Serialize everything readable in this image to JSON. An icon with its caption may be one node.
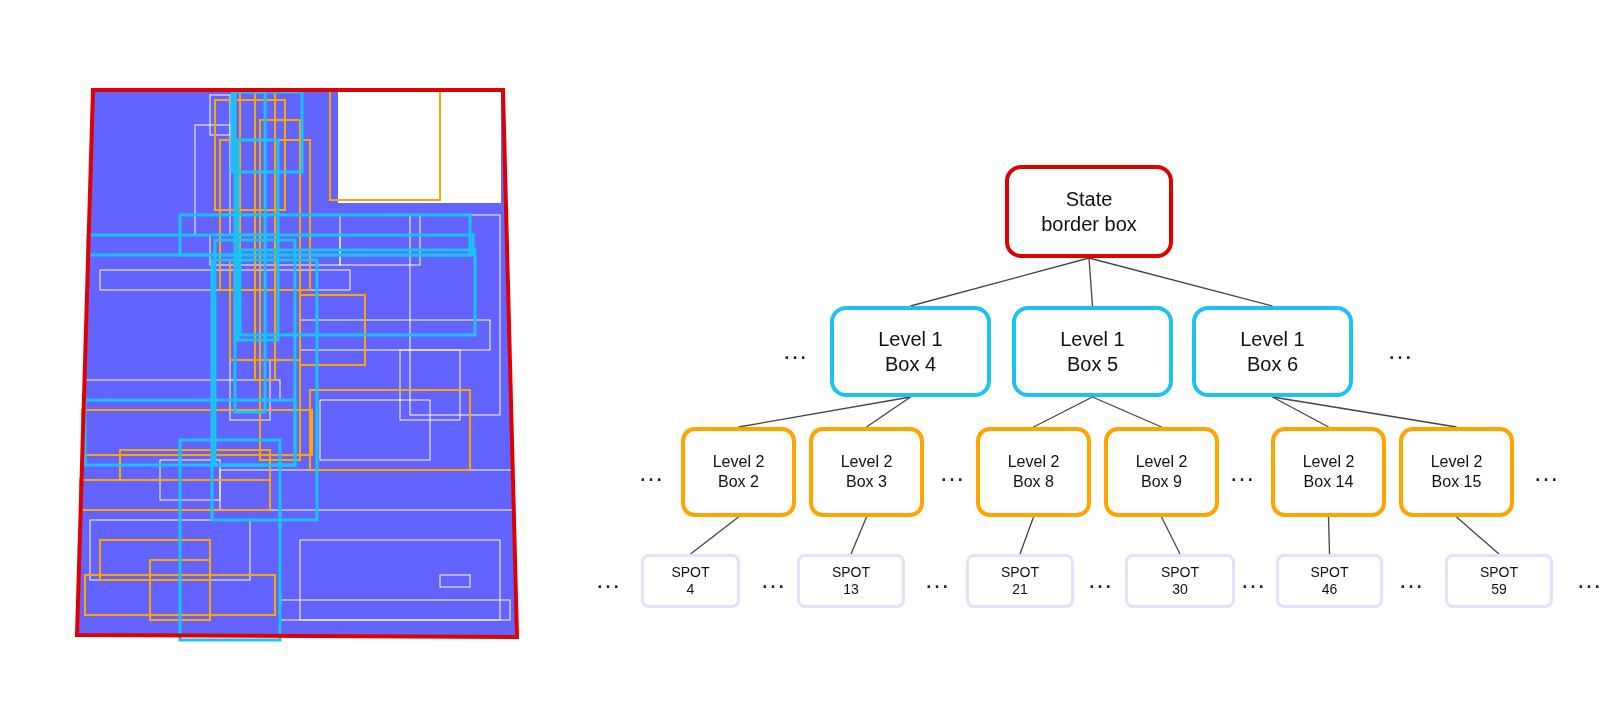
{
  "diagram": {
    "nodes": [
      {
        "text": [
          "State border box"
        ]
      },
      {
        "text": [
          "Level 1 Box 4"
        ]
      },
      {
        "text": [
          "Level 1 Box 5"
        ]
      },
      {
        "text": [
          "Level 1 Box 6"
        ]
      },
      {
        "text": [
          "Level 2 Box 2"
        ]
      },
      {
        "text": [
          "Level 2 Box 3"
        ]
      },
      {
        "text": [
          "Level 2 Box 8"
        ]
      },
      {
        "text": [
          "Level 2 Box 9"
        ]
      },
      {
        "text": [
          "Level 2 Box 14"
        ]
      },
      {
        "text": [
          "Level 2 Box 15"
        ]
      },
      {
        "text": [
          "SPOT 4"
        ]
      },
      {
        "text": [
          "SPOT 13"
        ]
      },
      {
        "text": [
          "SPOT 21"
        ]
      },
      {
        "text": [
          "SPOT 30"
        ]
      },
      {
        "text": [
          "SPOT 46"
        ]
      },
      {
        "text": [
          "SPOT 59"
        ]
      }
    ],
    "edges": [
      {
        "from": 0,
        "to": 1,
        "arrow": "none"
      },
      {
        "from": 0,
        "to": 2,
        "arrow": "none"
      },
      {
        "from": 0,
        "to": 3,
        "arrow": "none"
      },
      {
        "from": 1,
        "to": 4,
        "arrow": "none"
      },
      {
        "from": 1,
        "to": 5,
        "arrow": "none"
      },
      {
        "from": 2,
        "to": 6,
        "arrow": "none"
      },
      {
        "from": 2,
        "to": 7,
        "arrow": "none"
      },
      {
        "from": 3,
        "to": 8,
        "arrow": "none"
      },
      {
        "from": 3,
        "to": 9,
        "arrow": "none"
      },
      {
        "from": 4,
        "to": 10,
        "arrow": "none"
      },
      {
        "from": 5,
        "to": 11,
        "arrow": "none"
      },
      {
        "from": 6,
        "to": 12,
        "arrow": "none"
      },
      {
        "from": 7,
        "to": 13,
        "arrow": "none"
      },
      {
        "from": 8,
        "to": 14,
        "arrow": "none"
      },
      {
        "from": 9,
        "to": 15,
        "arrow": "none"
      }
    ],
    "labels": [
      "…",
      "…",
      "…",
      "…",
      "…",
      "…",
      "…",
      "…",
      "…",
      "…",
      "…",
      "…",
      "…"
    ]
  }
}
